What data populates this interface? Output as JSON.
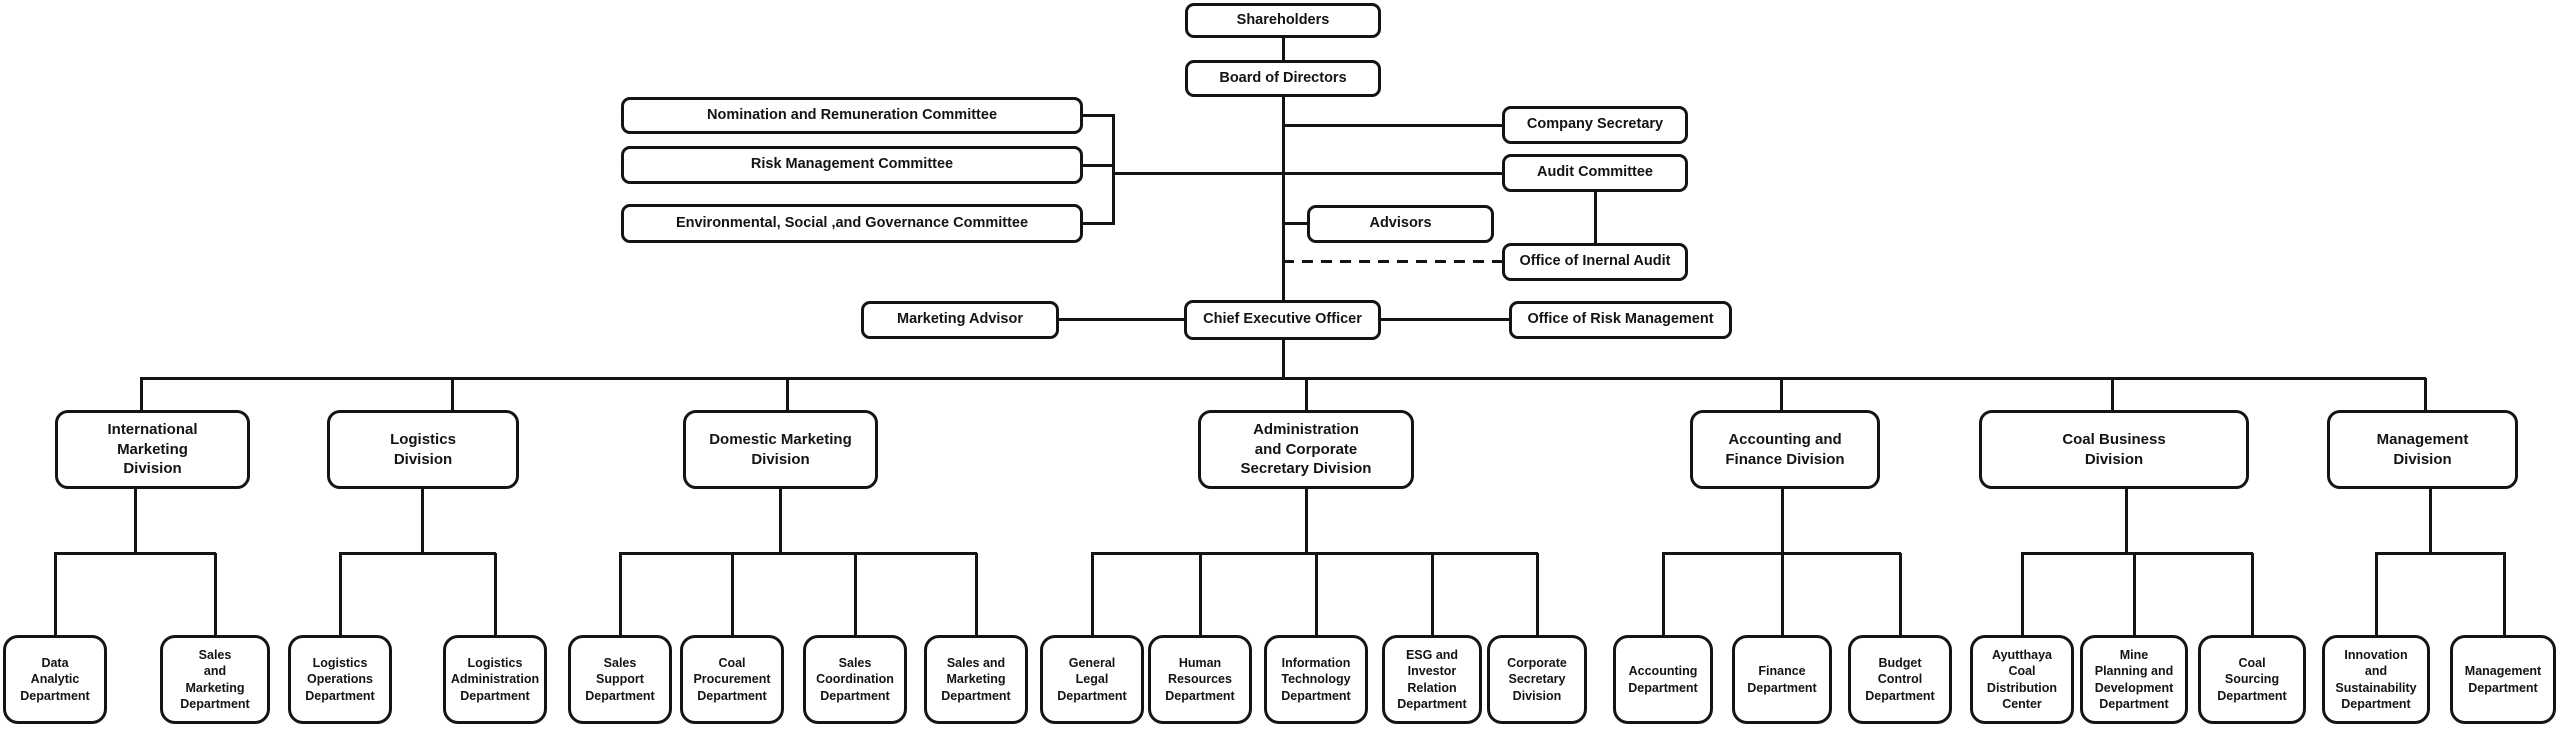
{
  "nodes": {
    "shareholders": "Shareholders",
    "board_of_directors": "Board of Directors",
    "company_secretary": "Company Secretary",
    "audit_committee": "Audit Committee",
    "advisors": "Advisors",
    "office_of_internal_audit": "Office of Inernal Audit",
    "marketing_advisor": "Marketing Advisor",
    "chief_executive_officer": "Chief Executive Officer",
    "office_of_risk_management": "Office of Risk Management"
  },
  "committees": [
    "Nomination and Remuneration Committee",
    "Risk Management Committee",
    "Environmental, Social ,and Governance Committee"
  ],
  "divisions": [
    {
      "label": "International\nMarketing\nDivision",
      "departments": [
        "Data\nAnalytic\nDepartment",
        "Sales\nand\nMarketing\nDepartment"
      ]
    },
    {
      "label": "Logistics\nDivision",
      "departments": [
        "Logistics\nOperations\nDepartment",
        "Logistics\nAdministration\nDepartment"
      ]
    },
    {
      "label": "Domestic Marketing\nDivision",
      "departments": [
        "Sales\nSupport\nDepartment",
        "Coal\nProcurement\nDepartment",
        "Sales\nCoordination\nDepartment",
        "Sales and\nMarketing\nDepartment"
      ]
    },
    {
      "label": "Administration\nand Corporate\nSecretary Division",
      "departments": [
        "General\nLegal\nDepartment",
        "Human\nResources\nDepartment",
        "Information\nTechnology\nDepartment",
        "ESG and\nInvestor\nRelation\nDepartment",
        "Corporate\nSecretary\nDivision"
      ]
    },
    {
      "label": "Accounting and\nFinance Division",
      "departments": [
        "Accounting\nDepartment",
        "Finance\nDepartment",
        "Budget\nControl\nDepartment"
      ]
    },
    {
      "label": "Coal Business\nDivision",
      "departments": [
        "Ayutthaya\nCoal\nDistribution\nCenter",
        "Mine\nPlanning and\nDevelopment\nDepartment",
        "Coal\nSourcing\nDepartment"
      ]
    },
    {
      "label": "Management\nDivision",
      "departments": [
        "Innovation\nand\nSustainability\nDepartment",
        "Management\nDepartment"
      ]
    }
  ],
  "style": {
    "background": "#ffffff",
    "line_color": "#141414",
    "box_border_color": "#141414",
    "box_fill": "#ffffff",
    "text_color": "#141414",
    "internal_audit_connector": "dashed"
  }
}
